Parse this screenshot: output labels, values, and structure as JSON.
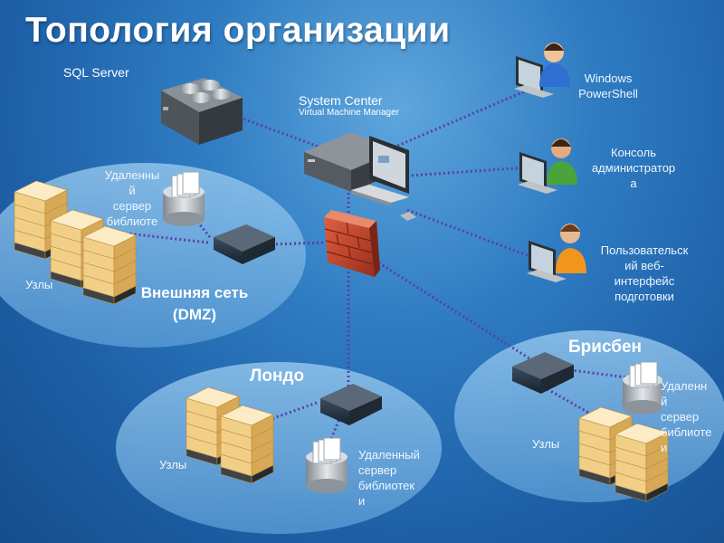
{
  "title": "Топология организации",
  "logos": {
    "sql_server": "SQL Server",
    "system_center": "System Center",
    "vmm": "Virtual Machine Manager"
  },
  "clients": {
    "powershell": [
      "Windows",
      "PowerShell"
    ],
    "admin_console": [
      "Консоль",
      "администратор",
      "а"
    ],
    "self_service": [
      "Пользовательск",
      "ий веб-",
      "интерфейс",
      "подготовки"
    ]
  },
  "dmz": {
    "library": [
      "Удаленны",
      "й",
      "сервер",
      "библиоте"
    ],
    "nodes": "Узлы",
    "name": [
      "Внешняя сеть",
      "(DMZ)"
    ]
  },
  "london": {
    "name": "Лондо",
    "nodes": "Узлы",
    "library": [
      "Удаленный",
      "сервер",
      "библиотек",
      "и"
    ]
  },
  "brisbane": {
    "name": "Брисбен",
    "nodes": "Узлы",
    "library": [
      "Удаленн",
      "й",
      "сервер",
      "библиоте",
      "и"
    ]
  },
  "colors": {
    "background": "#2f7cc2",
    "link": "#5a3fa8",
    "firewall": "#c0402a",
    "server_node": "#f3d9a0"
  }
}
